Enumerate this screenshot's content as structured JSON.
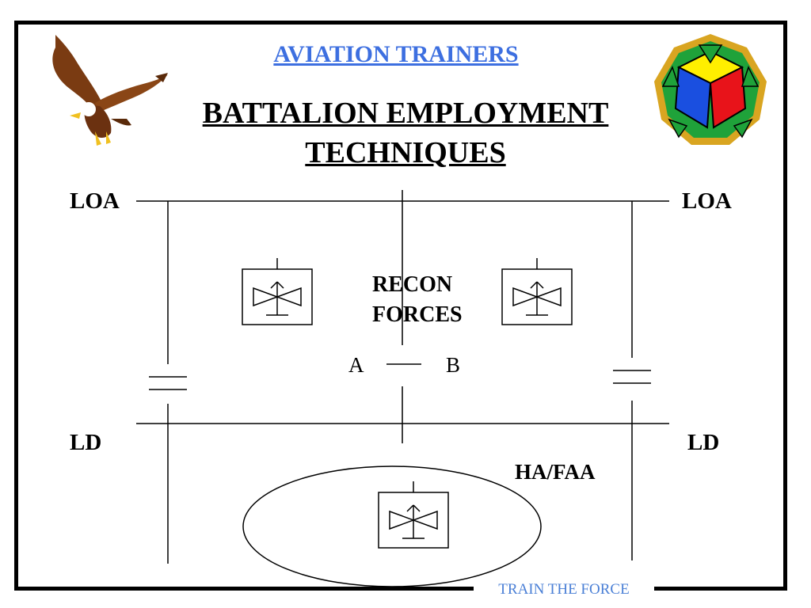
{
  "header": {
    "title": "AVIATION TRAINERS",
    "main_title_line1": "BATTALION EMPLOYMENT",
    "main_title_line2": "TECHNIQUES"
  },
  "diagram": {
    "loa_left": "LOA",
    "loa_right": "LOA",
    "ld_left": "LD",
    "ld_right": "LD",
    "recon_line1": "RECON",
    "recon_line2": "FORCES",
    "point_a": "A",
    "point_b": "B",
    "ha_faa": "HA/FAA"
  },
  "footer": {
    "text": "TRAIN THE FORCE"
  },
  "colors": {
    "accent": "#3d6fe0",
    "logo_gold": "#d9a521",
    "logo_yellow": "#ffef00",
    "logo_red": "#e8131a",
    "logo_blue": "#1a4fe0",
    "logo_green": "#1fa23a"
  },
  "icons": {
    "left_logo": "eagle-icon",
    "right_logo": "nonagon-insignia-icon",
    "unit_symbol": "aviation-unit-symbol-icon"
  }
}
